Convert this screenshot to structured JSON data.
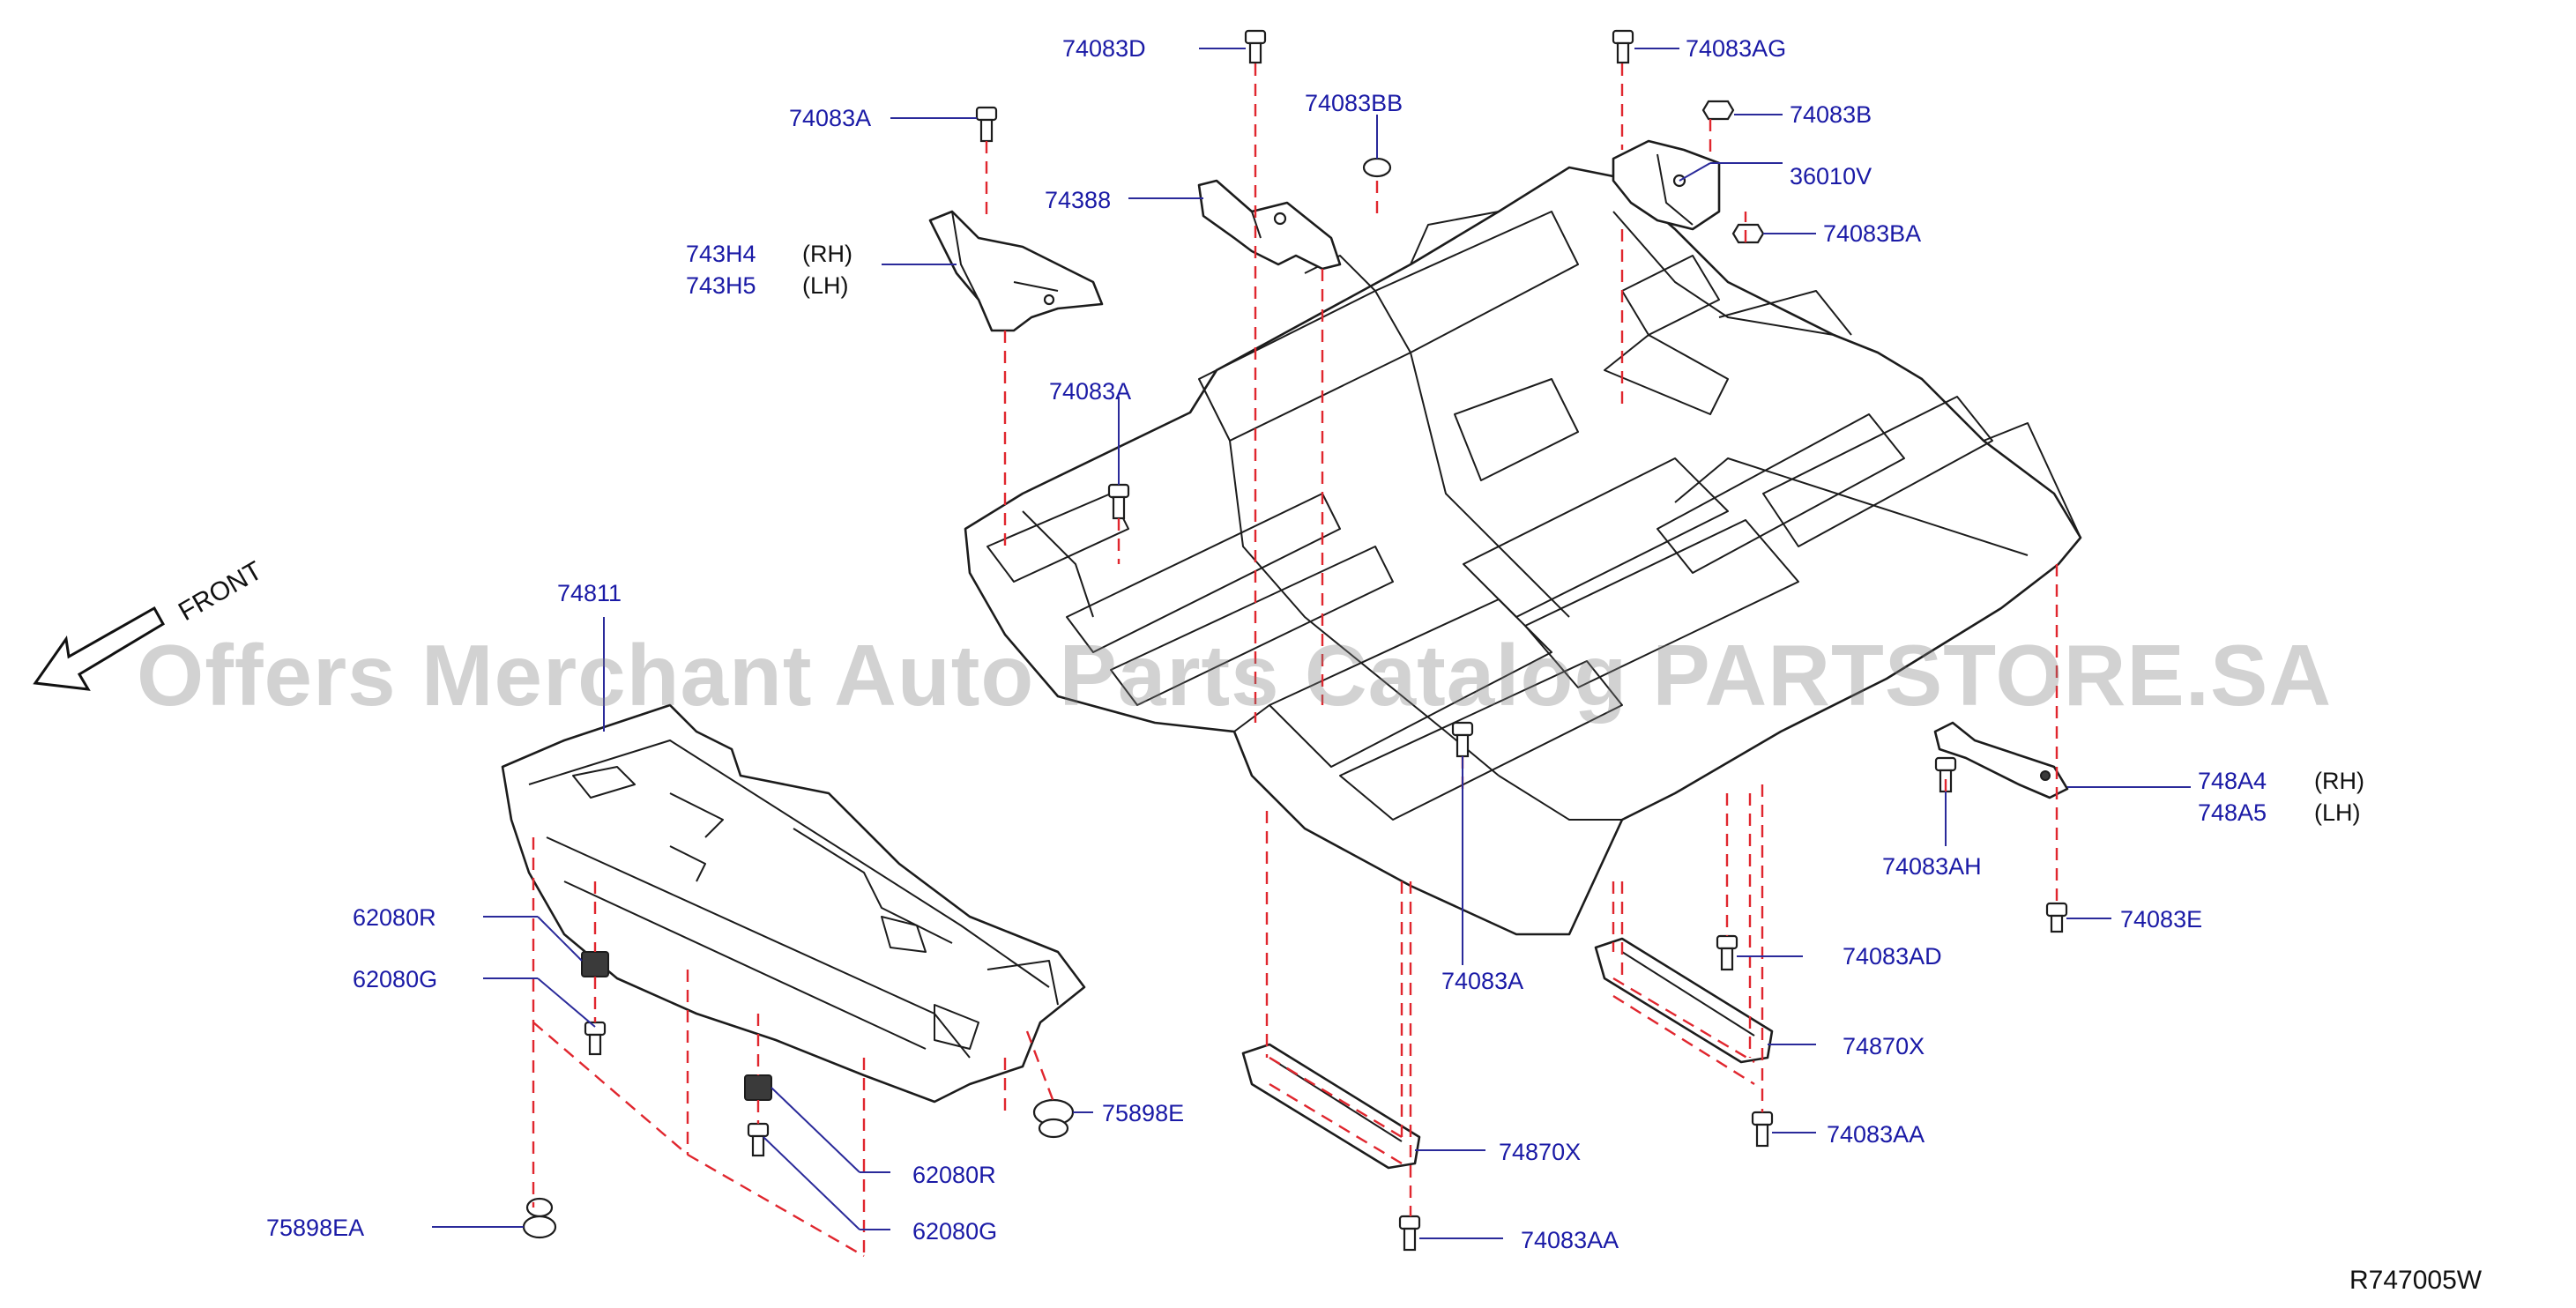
{
  "diagram": {
    "code": "R747005W",
    "watermark": "Offers Merchant Auto Parts Catalog PARTSTORE.SA",
    "front_label": "FRONT",
    "callouts": [
      {
        "id": "c-74083D",
        "text": "74083D"
      },
      {
        "id": "c-74083AG",
        "text": "74083AG"
      },
      {
        "id": "c-74083A-top",
        "text": "74083A"
      },
      {
        "id": "c-74083BB",
        "text": "74083BB"
      },
      {
        "id": "c-74083B",
        "text": "74083B"
      },
      {
        "id": "c-36010V",
        "text": "36010V"
      },
      {
        "id": "c-74388",
        "text": "74388"
      },
      {
        "id": "c-74083BA",
        "text": "74083BA"
      },
      {
        "id": "c-743H4",
        "text": "743H4"
      },
      {
        "id": "c-743H5",
        "text": "743H5"
      },
      {
        "id": "c-74083A-mid",
        "text": "74083A"
      },
      {
        "id": "c-74811",
        "text": "74811"
      },
      {
        "id": "c-748A4",
        "text": "748A4"
      },
      {
        "id": "c-748A5",
        "text": "748A5"
      },
      {
        "id": "c-74083AH",
        "text": "74083AH"
      },
      {
        "id": "c-62080R-a",
        "text": "62080R"
      },
      {
        "id": "c-74083E",
        "text": "74083E"
      },
      {
        "id": "c-62080G-a",
        "text": "62080G"
      },
      {
        "id": "c-74083A-low",
        "text": "74083A"
      },
      {
        "id": "c-74083AD",
        "text": "74083AD"
      },
      {
        "id": "c-74870X-r",
        "text": "74870X"
      },
      {
        "id": "c-75898E",
        "text": "75898E"
      },
      {
        "id": "c-74083AA-r",
        "text": "74083AA"
      },
      {
        "id": "c-74870X-l",
        "text": "74870X"
      },
      {
        "id": "c-62080R-b",
        "text": "62080R"
      },
      {
        "id": "c-62080G-b",
        "text": "62080G"
      },
      {
        "id": "c-75898EA",
        "text": "75898EA"
      },
      {
        "id": "c-74083AA-l",
        "text": "74083AA"
      }
    ],
    "side_notes": {
      "rh": "(RH)",
      "lh": "(LH)"
    },
    "colors": {
      "label": "#1a1aa6",
      "leader": "#2a2a9a",
      "dash": "#e0262e",
      "line": "#1c1c1c"
    }
  }
}
